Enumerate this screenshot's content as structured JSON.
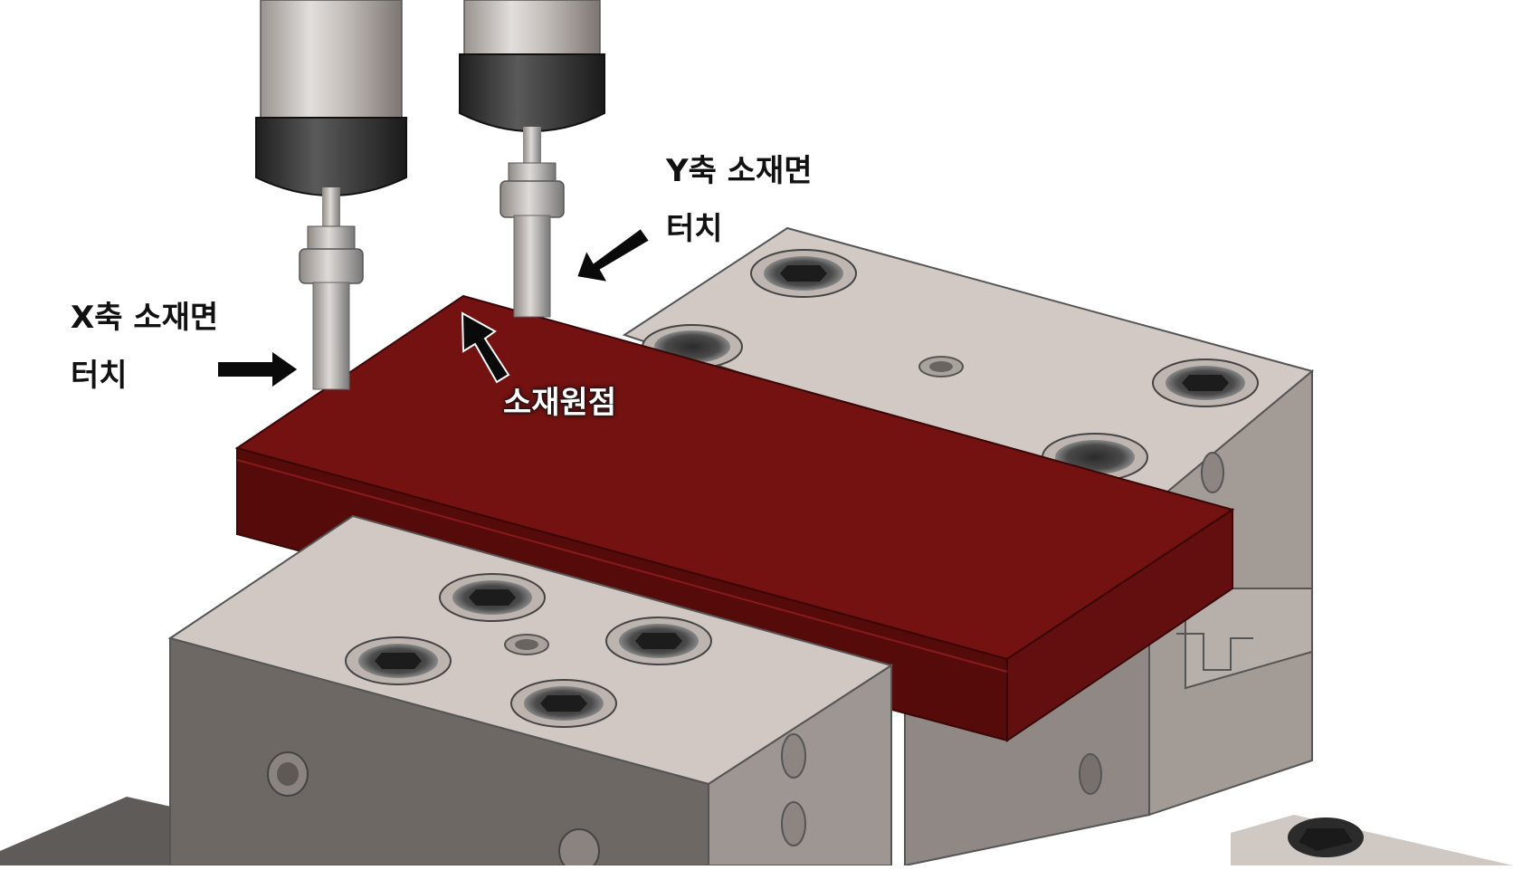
{
  "labels": {
    "y_axis_line1": "Y축 소재면",
    "y_axis_line2": "터치",
    "x_axis_line1": "X축 소재면",
    "x_axis_line2": "터치",
    "origin": "소재원점"
  },
  "colors": {
    "workpiece_top": "#741212",
    "workpiece_front": "#5a0c0c",
    "workpiece_side": "#4a0909",
    "vise_light": "#d2c8c3",
    "vise_mid": "#9f9793",
    "vise_dark": "#6e6964",
    "probe_body": "#c9c5c2",
    "probe_collar": "#2f2f2f",
    "arrow": "#0a0a0a"
  },
  "icons": {
    "arrow_y": "arrow-icon",
    "arrow_x": "arrow-icon",
    "arrow_origin": "arrow-icon"
  }
}
